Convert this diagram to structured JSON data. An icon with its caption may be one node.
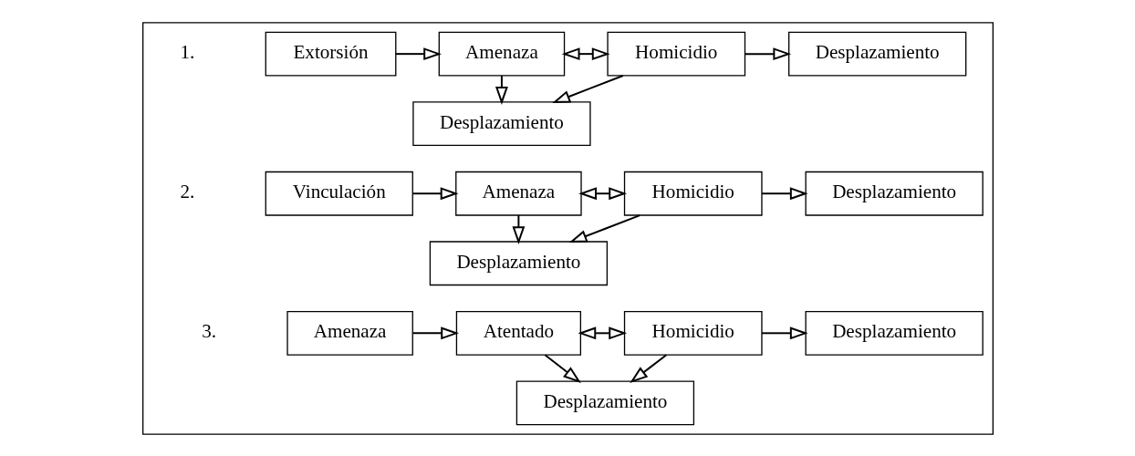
{
  "diagram": {
    "nodes": [
      {
        "text": [],
        "shape": "box"
      },
      {
        "text": [
          "Extorsión"
        ],
        "in": 0
      },
      {
        "text": [
          "Amenaza"
        ],
        "in": 0
      },
      {
        "text": [
          "Homicidio"
        ],
        "in": 0
      },
      {
        "text": [
          "Desplazamiento"
        ],
        "in": 0
      },
      {
        "text": [
          "Desplazamiento"
        ],
        "in": 0
      },
      {
        "text": [
          "Vinculación"
        ],
        "in": 0
      },
      {
        "text": [
          "Amenaza"
        ],
        "in": 0
      },
      {
        "text": [
          "Homicidio"
        ],
        "in": 0
      },
      {
        "text": [
          "Desplazamiento"
        ],
        "in": 0
      },
      {
        "text": [
          "Desplazamiento"
        ],
        "in": 0
      },
      {
        "text": [
          "Amenaza"
        ],
        "in": 0
      },
      {
        "text": [
          "Atentado"
        ],
        "in": 0
      },
      {
        "text": [
          "Homicidio"
        ],
        "in": 0
      },
      {
        "text": [
          "Desplazamiento"
        ],
        "in": 0
      },
      {
        "text": [
          "Desplazamiento"
        ],
        "in": 0
      }
    ],
    "edges": [
      {
        "from": 1,
        "to": 2,
        "arrow": "to"
      },
      {
        "from": 2,
        "to": 3,
        "arrow": "both"
      },
      {
        "from": 2,
        "to": 5,
        "arrow": "to"
      },
      {
        "from": 3,
        "to": 5,
        "arrow": "to"
      },
      {
        "from": 3,
        "to": 4,
        "arrow": "to"
      },
      {
        "from": 6,
        "to": 7,
        "arrow": "to"
      },
      {
        "from": 7,
        "to": 8,
        "arrow": "both"
      },
      {
        "from": 7,
        "to": 10,
        "arrow": "to"
      },
      {
        "from": 8,
        "to": 10,
        "arrow": "to"
      },
      {
        "from": 8,
        "to": 9,
        "arrow": "to"
      },
      {
        "from": 11,
        "to": 12,
        "arrow": "to"
      },
      {
        "from": 12,
        "to": 13,
        "arrow": "both"
      },
      {
        "from": 12,
        "to": 15,
        "arrow": "to"
      },
      {
        "from": 13,
        "to": 15,
        "arrow": "to"
      },
      {
        "from": 13,
        "to": 14,
        "arrow": "to"
      }
    ],
    "labels": [
      "1.",
      "2.",
      "3."
    ]
  }
}
